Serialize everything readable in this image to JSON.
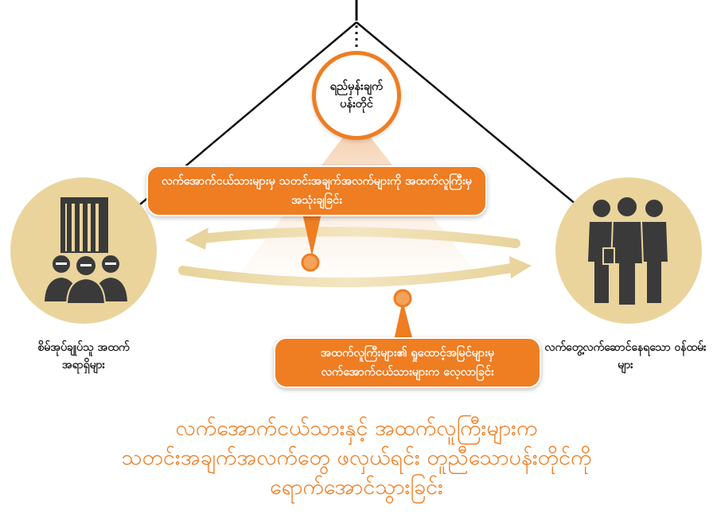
{
  "colors": {
    "accent": "#ef7d22",
    "circle_fill": "#ead49c",
    "line": "#111111",
    "figure": "#3a3a3a"
  },
  "center_node": {
    "label": "ရည်မှန်းချက် ပန်းတိုင်"
  },
  "left_node": {
    "icon": "prison-bars-people-icon",
    "label": "စိမ်အုပ်ချုပ်သူ အထက်အရာရှိများ"
  },
  "right_node": {
    "icon": "group-of-people-icon",
    "label": "လက်တွေ့လက်ဆောင်နေရသော ဝန်ထမ်းများ"
  },
  "callout_top": {
    "text": "လက်အောက်ငယ်သားများမှ သတင်းအချက်အလက်များကို အထက်လူကြီးမှ အသုံးချခြင်း"
  },
  "callout_bottom": {
    "text": "အထက်လူကြီးများ၏ ရှုထောင့်အမြင်များမှ လက်အောက်ငယ်သားများက လေ့လာခြင်း"
  },
  "caption": {
    "line1": "လက်အောက်ငယ်သားနှင့် အထက်လူကြီးများက",
    "line2": "သတင်းအချက်အလက်တွေ ဖလှယ်ရင်း တူညီသောပန်းတိုင်ကို",
    "line3": "ရောက်အောင်သွားခြင်း"
  }
}
